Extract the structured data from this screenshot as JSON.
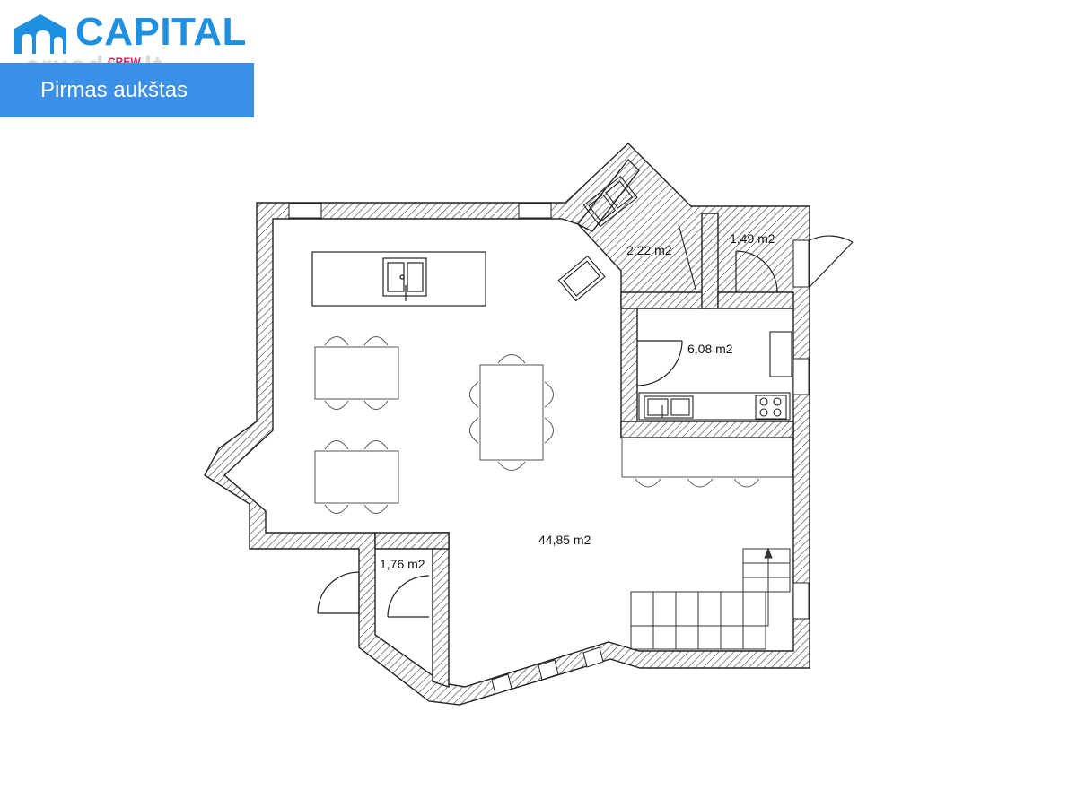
{
  "logo": {
    "brand": "CAPITAL",
    "sub": "CREW",
    "watermark": "aruodas.lt",
    "colors": {
      "brand_blue": "#1f8fe0",
      "accent_red": "#e0195a",
      "banner_blue": "#3a90e8"
    }
  },
  "banner": {
    "floor_label": "Pirmas aukštas"
  },
  "rooms": [
    {
      "id": "bathroom",
      "label": "2,22 m2"
    },
    {
      "id": "wc",
      "label": "1,49 m2"
    },
    {
      "id": "kitchen",
      "label": "6,08 m2"
    },
    {
      "id": "living",
      "label": "44,85 m2"
    },
    {
      "id": "closet",
      "label": "1,76 m2"
    }
  ],
  "icons": [
    "house-logo-icon",
    "sink-icon",
    "stove-icon",
    "stairs-icon",
    "chair-icon",
    "door-icon"
  ]
}
